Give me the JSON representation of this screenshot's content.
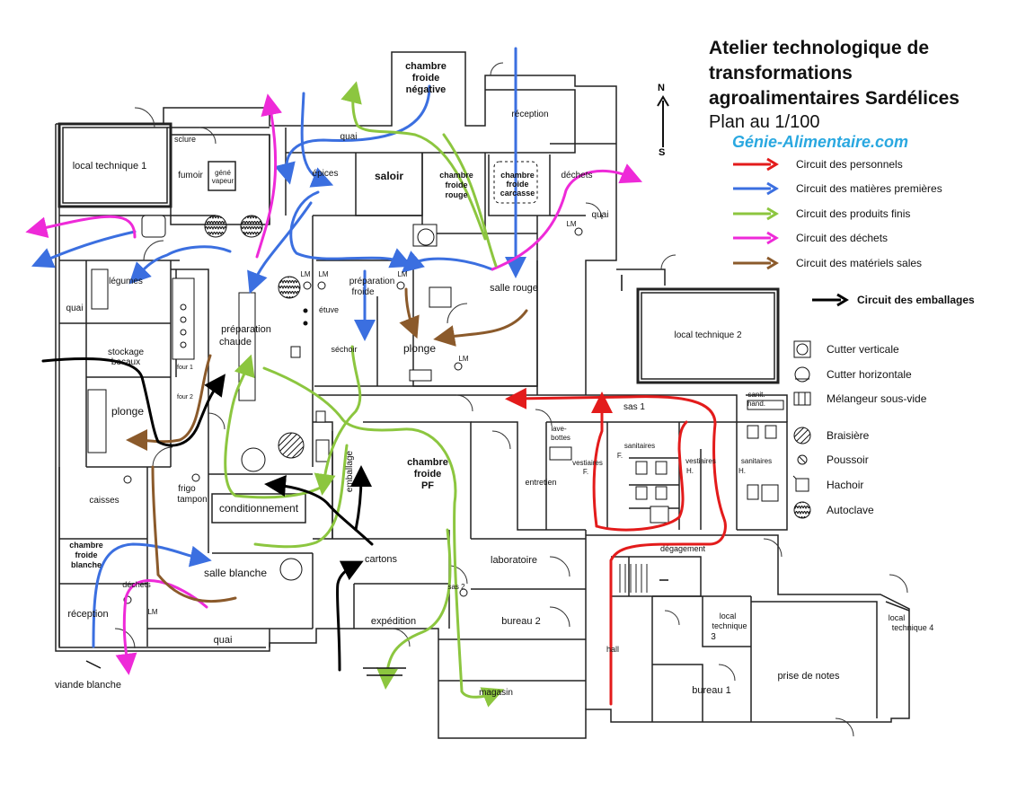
{
  "title": {
    "lines": [
      "Atelier technologique de",
      "transformations",
      "agroalimentaires Sardélices"
    ],
    "scale": "Plan au 1/100",
    "site": "Génie-Alimentaire.com"
  },
  "compass": {
    "north": "N",
    "south": "S"
  },
  "legend": {
    "circuits": [
      {
        "label": "Circuit des personnels",
        "color": "#e31b1b"
      },
      {
        "label": "Circuit des matières premières",
        "color": "#3b6fe0"
      },
      {
        "label": "Circuit des produits finis",
        "color": "#8cc63f"
      },
      {
        "label": "Circuit des déchets",
        "color": "#ee2ad8"
      },
      {
        "label": "Circuit des matériels sales",
        "color": "#8b5a2b"
      },
      {
        "label": "Circuit des emballages",
        "color": "#000000"
      }
    ],
    "symbols": [
      {
        "label": "Cutter verticale",
        "icon": "cutter-vertical-icon"
      },
      {
        "label": "Cutter horizontale",
        "icon": "cutter-horizontal-icon"
      },
      {
        "label": "Mélangeur sous-vide",
        "icon": "vacuum-mixer-icon"
      },
      {
        "label": "Braisière",
        "icon": "braising-pan-icon"
      },
      {
        "label": "Poussoir",
        "icon": "pusher-icon"
      },
      {
        "label": "Hachoir",
        "icon": "mincer-icon"
      },
      {
        "label": "Autoclave",
        "icon": "autoclave-icon"
      }
    ]
  },
  "rooms": {
    "local_technique_1": "local technique 1",
    "sclure": "sclure",
    "fumoir": "fumoir",
    "gene_vapeur_1": "géné",
    "gene_vapeur_2": "vapeur",
    "quai_top": "quai",
    "epices": "épices",
    "saloir": "saloir",
    "chambre_froide_negative_1": "chambre",
    "chambre_froide_negative_2": "froide",
    "chambre_froide_negative_3": "négative",
    "chambre_froide_rouge_1": "chambre",
    "chambre_froide_rouge_2": "froide",
    "chambre_froide_rouge_3": "rouge",
    "cf_carcasse_1": "chambre",
    "cf_carcasse_2": "froide",
    "cf_carcasse_3": "carcasse",
    "reception_top": "réception",
    "dechets_top": "déchets",
    "quai_right": "quai",
    "legumes": "légumes",
    "quai_left": "quai",
    "preparation_froide_1": "préparation",
    "preparation_froide_2": "froide",
    "etuve": "étuve",
    "salle_rouge": "salle rouge",
    "preparation_chaude_1": "préparation",
    "preparation_chaude_2": "chaude",
    "sechoir": "séchoir",
    "plonge_center": "plonge",
    "local_technique_2": "local technique 2",
    "stockage_bocaux_1": "stockage",
    "stockage_bocaux_2": "bocaux",
    "four_1": "four 1",
    "four_2": "four 2",
    "plonge_left": "plonge",
    "sas_1": "sas 1",
    "sanit_hand_1": "sanit.",
    "sanit_hand_2": "hand.",
    "lave_bottes_1": "lave-",
    "lave_bottes_2": "bottes",
    "sanitaires_f_1": "sanitaires",
    "sanitaires_f_2": "F.",
    "vestiaires_f_1": "vestiaires",
    "vestiaires_f_2": "F.",
    "vestiaires_h_1": "vestiaires",
    "vestiaires_h_2": "H.",
    "sanitaires_h_1": "sanitaires",
    "sanitaires_h_2": "H.",
    "entretien": "entretien",
    "chambre_froide_pf_1": "chambre",
    "chambre_froide_pf_2": "froide",
    "chambre_froide_pf_3": "PF",
    "emballage": "emballage",
    "caisses": "caisses",
    "frigo_tampon_1": "frigo",
    "frigo_tampon_2": "tampon",
    "conditionnement": "conditionnement",
    "degagement": "dégagement",
    "chambre_froide_blanche_1": "chambre",
    "chambre_froide_blanche_2": "froide",
    "chambre_froide_blanche_3": "blanche",
    "salle_blanche": "salle blanche",
    "cartons": "cartons",
    "laboratoire": "laboratoire",
    "dechets_bottom": "déchets",
    "sas_2": "sas 2",
    "reception_bottom": "réception",
    "expedition": "expédition",
    "bureau_2": "bureau 2",
    "local_technique_3_1": "local",
    "local_technique_3_2": "technique",
    "local_technique_3_3": "3",
    "local_technique_4_1": "local",
    "local_technique_4_2": "technique 4",
    "quai_bottom": "quai",
    "hall": "hall",
    "bureau_1": "bureau 1",
    "prise_de_notes": "prise de notes",
    "magasin": "magasin",
    "viande_blanche": "viande blanche",
    "lm": "LM"
  }
}
